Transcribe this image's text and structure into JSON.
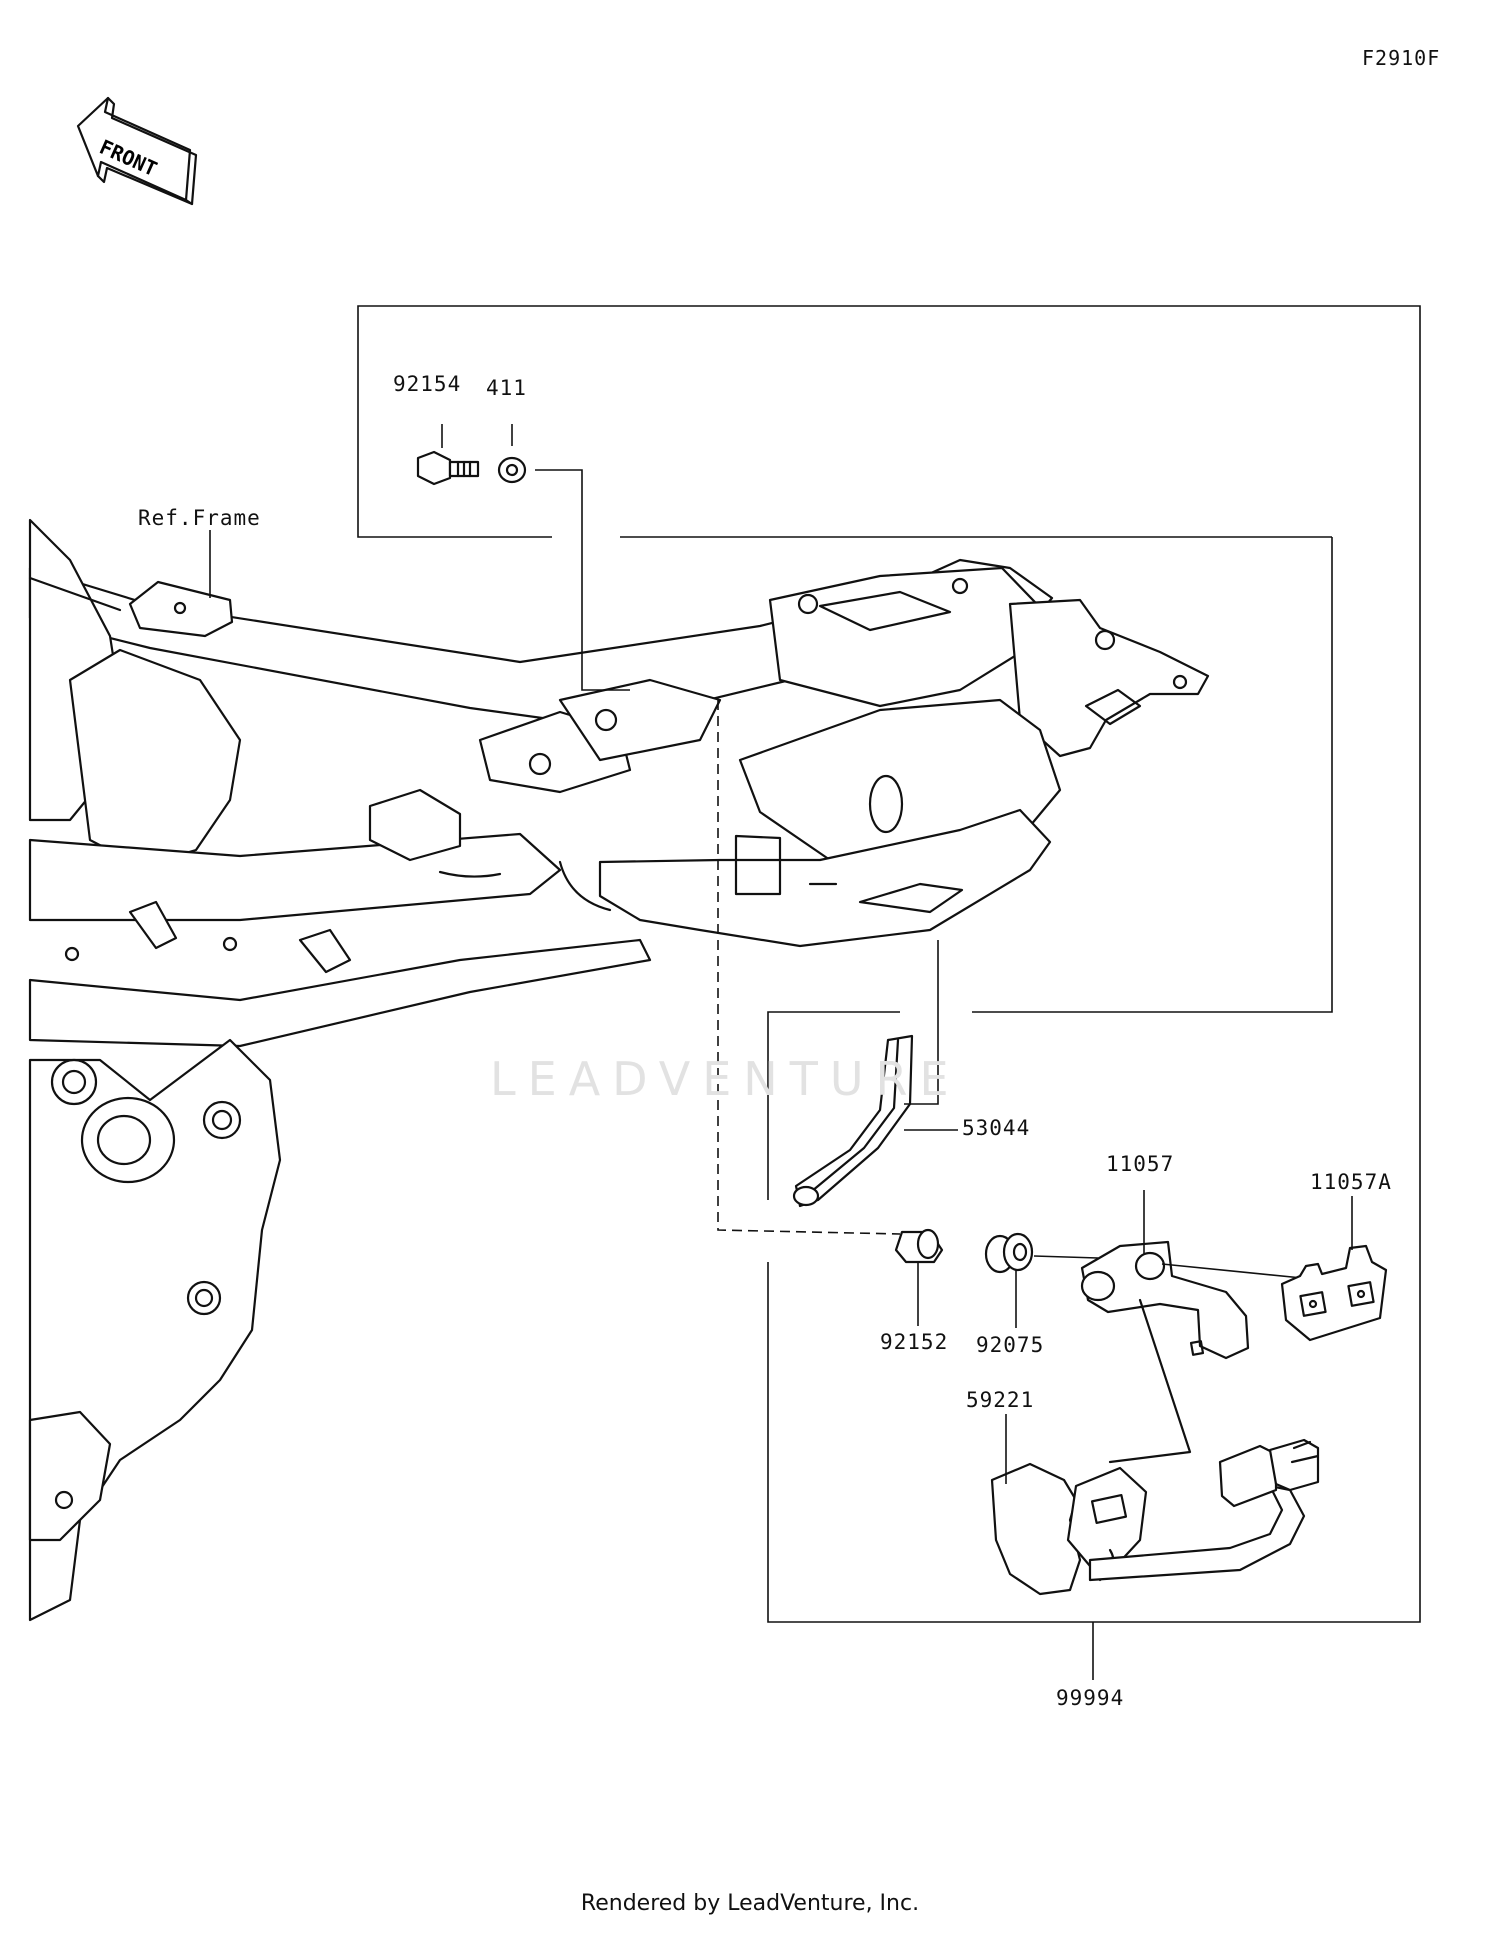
{
  "diagram": {
    "code": "F2910F",
    "front_label": "FRONT",
    "ref_label": "Ref.Frame",
    "watermark": "LEADVENTURE",
    "footer": "Rendered by LeadVenture, Inc.",
    "parts": [
      {
        "id": "92154",
        "label": "92154"
      },
      {
        "id": "411",
        "label": "411"
      },
      {
        "id": "53044",
        "label": "53044"
      },
      {
        "id": "11057",
        "label": "11057"
      },
      {
        "id": "11057A",
        "label": "11057A"
      },
      {
        "id": "92152",
        "label": "92152"
      },
      {
        "id": "92075",
        "label": "92075"
      },
      {
        "id": "59221",
        "label": "59221"
      },
      {
        "id": "99994",
        "label": "99994"
      }
    ]
  }
}
